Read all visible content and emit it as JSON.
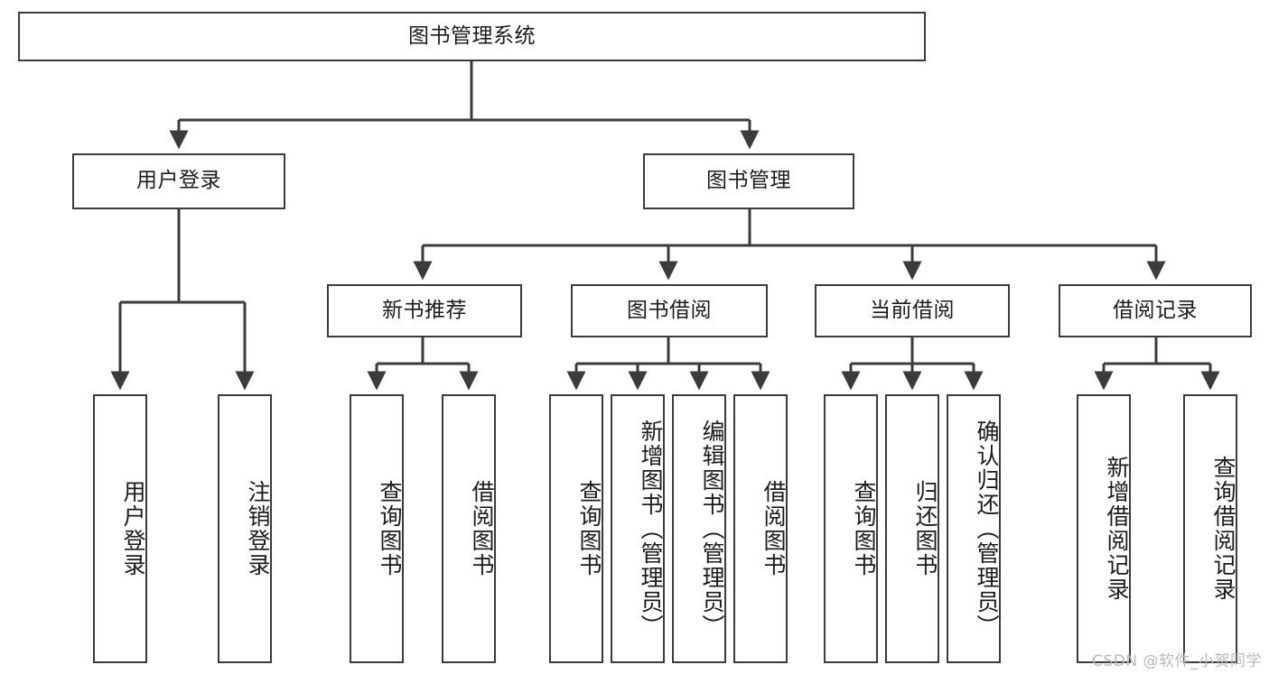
{
  "diagram": {
    "title": "图书管理系统",
    "type": "tree-hierarchy-diagram",
    "watermark": "CSDN @软件_小贺同学",
    "colors": {
      "box_border": "#3b3b3b",
      "box_fill": "#ffffff",
      "connector": "#3b3b3b",
      "text": "#1b1b1b",
      "watermark": "#b9b9b9",
      "background": "#ffffff"
    }
  },
  "nodes": {
    "root": {
      "label": "图书管理系统"
    },
    "level2": [
      {
        "label": "用户登录"
      },
      {
        "label": "图书管理"
      }
    ],
    "level3": [
      {
        "label": "新书推荐"
      },
      {
        "label": "图书借阅"
      },
      {
        "label": "当前借阅"
      },
      {
        "label": "借阅记录"
      }
    ],
    "leaves": {
      "user_login": [
        {
          "label": "用户登录"
        },
        {
          "label": "注销登录"
        }
      ],
      "new_book_recommend": [
        {
          "label": "查询图书"
        },
        {
          "label": "借阅图书"
        }
      ],
      "book_borrow": [
        {
          "label": "查询图书"
        },
        {
          "label": "新增图书（管理员）"
        },
        {
          "label": "编辑图书（管理员）"
        },
        {
          "label": "借阅图书"
        }
      ],
      "current_borrow": [
        {
          "label": "查询图书"
        },
        {
          "label": "归还图书"
        },
        {
          "label": "确认归还（管理员）"
        }
      ],
      "borrow_record": [
        {
          "label": "新增借阅记录"
        },
        {
          "label": "查询借阅记录"
        }
      ]
    }
  }
}
